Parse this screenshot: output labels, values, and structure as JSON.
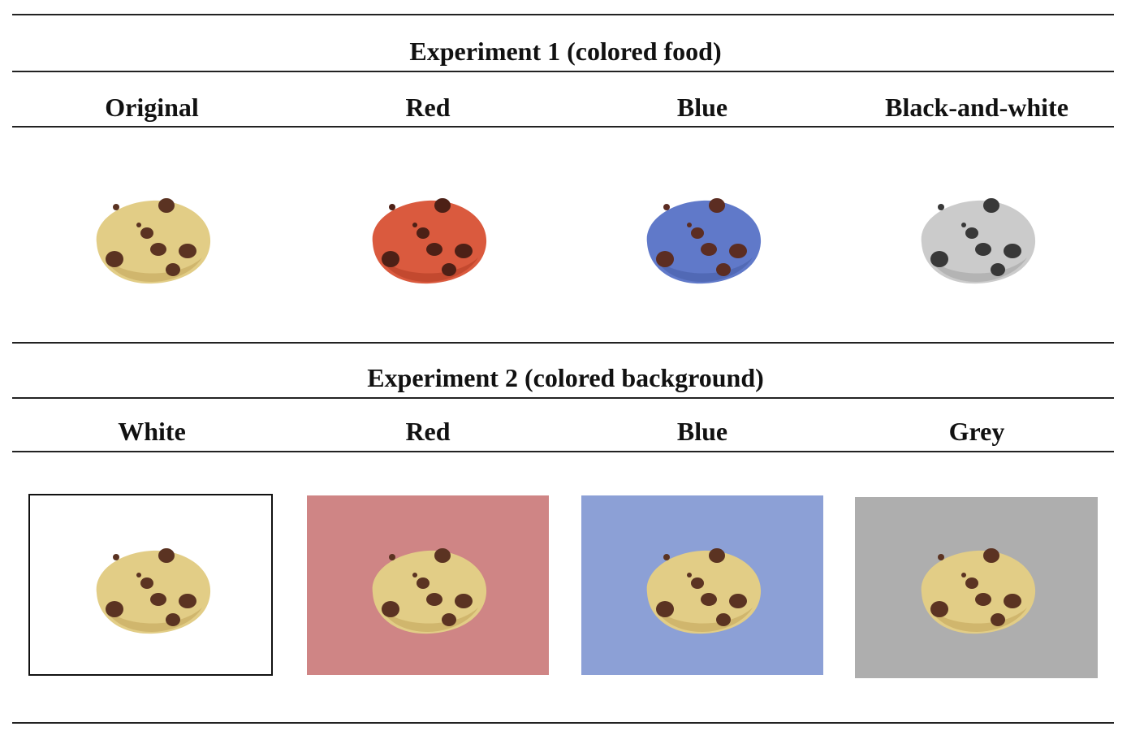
{
  "experiment1": {
    "title": "Experiment 1 (colored food)",
    "columns": [
      "Original",
      "Red",
      "Blue",
      "Black-and-white"
    ],
    "cookie_colors": [
      "#e2cd86",
      "#da5a3e",
      "#6079c9",
      "#cbcbcb"
    ]
  },
  "experiment2": {
    "title": "Experiment 2 (colored background)",
    "columns": [
      "White",
      "Red",
      "Blue",
      "Grey"
    ],
    "background_colors": [
      "#ffffff",
      "#cf8585",
      "#8ca0d6",
      "#aeaeae"
    ]
  }
}
